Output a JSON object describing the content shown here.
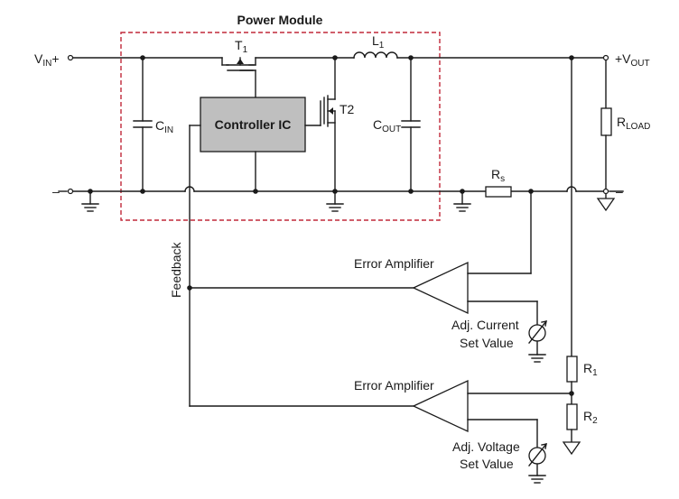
{
  "module_title": "Power Module",
  "controller": "Controller IC",
  "labels": {
    "vin": "V",
    "vin_sub": "IN",
    "vin_sign": "+",
    "vout_sign": "+V",
    "vout_sub": "OUT",
    "t1": "T",
    "t1_sub": "1",
    "l1": "L",
    "l1_sub": "1",
    "t2": "T2",
    "cin": "C",
    "cin_sub": "IN",
    "cout": "C",
    "cout_sub": "OUT",
    "rload": "R",
    "rload_sub": "LOAD",
    "rs": "R",
    "rs_sub": "s",
    "r1": "R",
    "r1_sub": "1",
    "r2": "R",
    "r2_sub": "2",
    "minus_left": "–",
    "minus_right": "–",
    "feedback": "Feedback",
    "error_amp_1": "Error Amplifier",
    "error_amp_2": "Error Amplifier",
    "adj_current_1": "Adj. Current",
    "adj_current_2": "Set Value",
    "adj_voltage_1": "Adj. Voltage",
    "adj_voltage_2": "Set Value"
  },
  "colors": {
    "module_border": "#c0293a",
    "module_title": "#c0293a",
    "controller_fill": "#bfbfbf",
    "wire": "#1a1a1a"
  }
}
